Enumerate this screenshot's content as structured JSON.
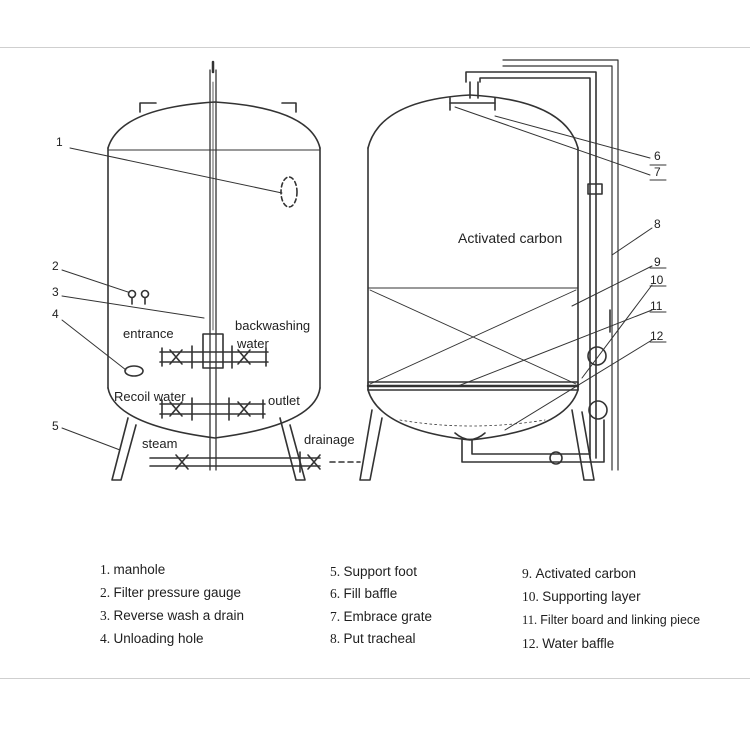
{
  "diagram": {
    "callouts": [
      "1",
      "2",
      "3",
      "4",
      "5",
      "6",
      "7",
      "8",
      "9",
      "10",
      "11",
      "12"
    ],
    "labels": {
      "entrance": "entrance",
      "backwashing_1": "backwashing",
      "backwashing_2": "water",
      "recoil_water": "Recoil water",
      "outlet": "outlet",
      "steam": "steam",
      "drainage": "drainage",
      "activated_carbon": "Activated carbon"
    }
  },
  "legend": [
    {
      "num": "1.",
      "text": "manhole"
    },
    {
      "num": "2.",
      "text": "Filter pressure gauge"
    },
    {
      "num": "3.",
      "text": "Reverse wash a drain"
    },
    {
      "num": "4.",
      "text": "Unloading hole"
    },
    {
      "num": "5.",
      "text": "Support foot"
    },
    {
      "num": "6.",
      "text": "Fill baffle"
    },
    {
      "num": "7.",
      "text": "Embrace grate"
    },
    {
      "num": "8.",
      "text": "Put tracheal"
    },
    {
      "num": "9.",
      "text": "Activated carbon"
    },
    {
      "num": "10.",
      "text": "Supporting layer"
    },
    {
      "num": "11.",
      "text": "Filter board and linking piece"
    },
    {
      "num": "12.",
      "text": "Water baffle"
    }
  ]
}
